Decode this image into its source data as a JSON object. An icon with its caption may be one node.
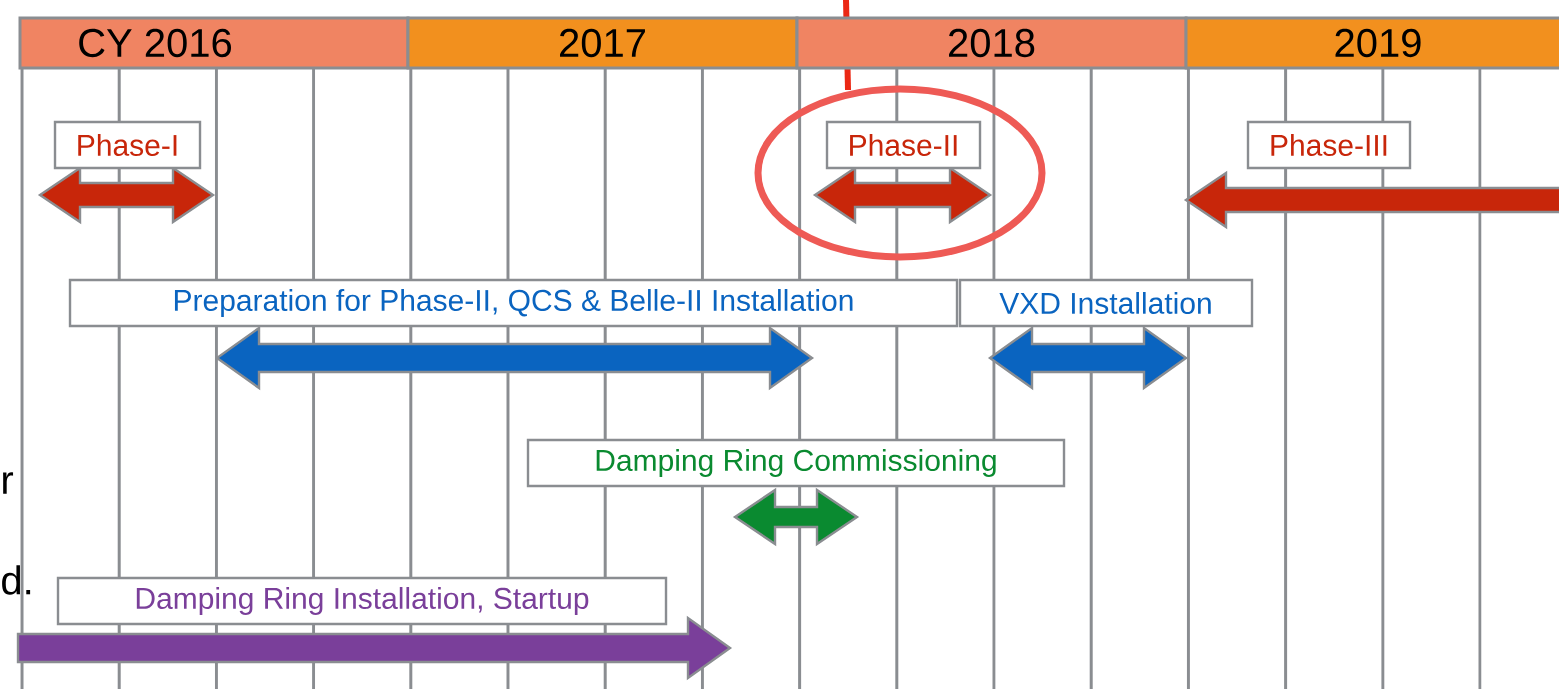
{
  "diagram": {
    "nodes": [
      {
        "text": [
          "CY 2016"
        ]
      },
      {
        "text": [
          "2017"
        ]
      },
      {
        "text": [
          "2018"
        ]
      },
      {
        "text": [
          "2019"
        ]
      },
      {
        "text": [
          "Phase-I"
        ]
      },
      {
        "text": [
          "Phase-II"
        ]
      },
      {
        "text": [
          "Phase-III"
        ]
      },
      {
        "text": [
          "Preparation for Phase-II, QCS & Belle-II Installation"
        ]
      },
      {
        "text": [
          "VXD Installation"
        ]
      },
      {
        "text": [
          "Damping Ring Commissioning"
        ]
      },
      {
        "text": [
          "Damping Ring Installation, Startup"
        ]
      }
    ],
    "labels": [
      "r",
      "d."
    ]
  }
}
